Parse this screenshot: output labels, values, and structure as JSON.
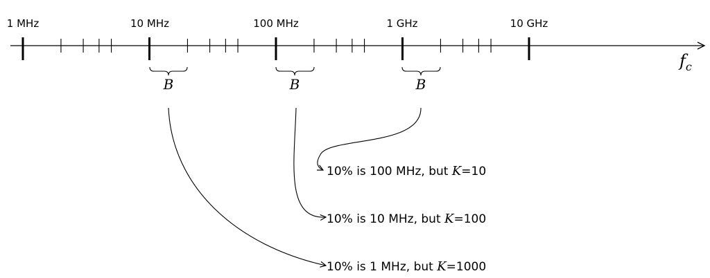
{
  "decade_labels": [
    "1 MHz",
    "10 MHz",
    "100 MHz",
    "1 GHz",
    "10 GHz"
  ],
  "axis_label": {
    "base": "f",
    "sub": "c"
  },
  "brace_label": "B",
  "notes": [
    {
      "prefix": "10% is 100 MHz, but ",
      "k_symbol": "K",
      "k_value": "=10"
    },
    {
      "prefix": "10% is 10 MHz, but ",
      "k_symbol": "K",
      "k_value": "=100"
    },
    {
      "prefix": "10% is 1 MHz, but ",
      "k_symbol": "K",
      "k_value": "=1000"
    }
  ]
}
